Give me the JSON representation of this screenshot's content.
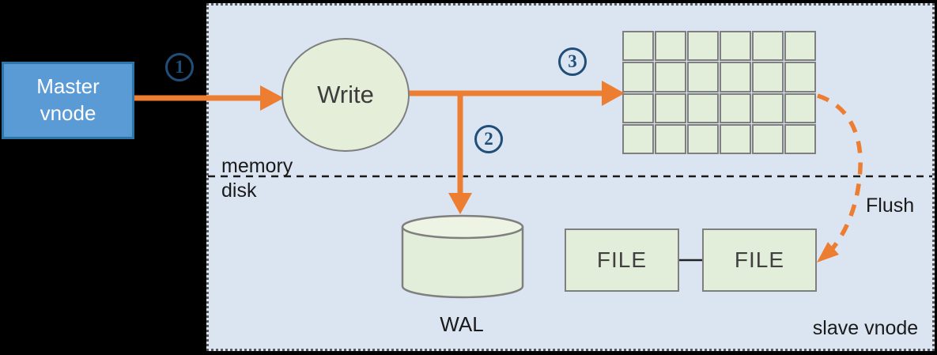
{
  "diagram": {
    "master_vnode": {
      "label": "Master vnode"
    },
    "panel": {
      "label": "slave vnode"
    },
    "nodes": {
      "write": "Write",
      "wal": "WAL",
      "file1": "FILE",
      "file2": "FILE",
      "memtable": {
        "rows": 4,
        "cols": 6
      }
    },
    "labels": {
      "memory": "memory",
      "disk": "disk",
      "flush": "Flush"
    },
    "steps": {
      "one": "1",
      "two": "2",
      "three": "3"
    },
    "colors": {
      "background": "#000000",
      "panel_fill": "#DBE5F1",
      "panel_border": "#5A5A5A",
      "master_fill": "#5B9BD5",
      "master_border": "#2E76A8",
      "master_text": "#FFFFFF",
      "node_fill_green": "#E3EEDA",
      "node_border_gray": "#7F7F7F",
      "arrow_orange": "#ED7D31",
      "step_circle_navy": "#1F4E79",
      "text_dark": "#1A1A1A"
    }
  }
}
